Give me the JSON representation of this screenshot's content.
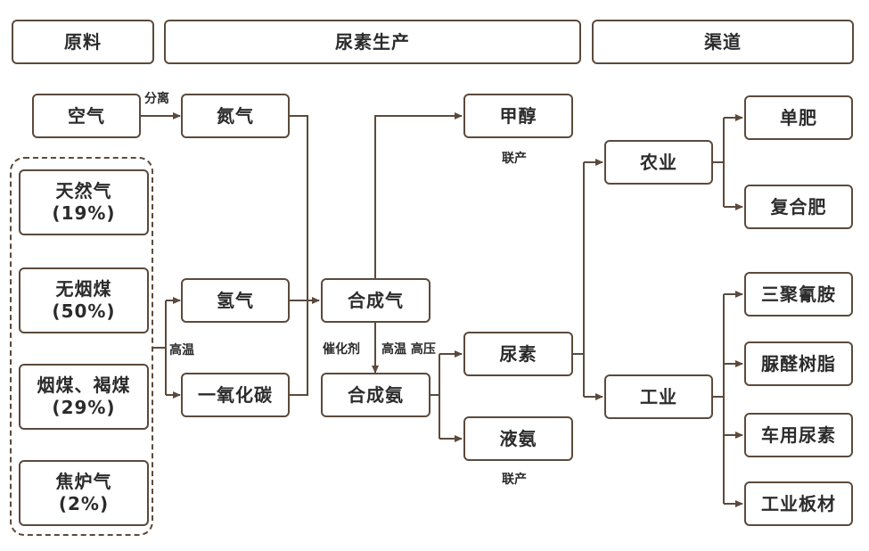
{
  "headers": {
    "raw": "原料",
    "production": "尿素生产",
    "channel": "渠道"
  },
  "raw": {
    "air": "空气",
    "natural_gas": {
      "name": "天然气",
      "pct": "(19%)"
    },
    "anthracite": {
      "name": "无烟煤",
      "pct": "(50%)"
    },
    "bituminous_lignite": {
      "name": "烟煤、褐煤",
      "pct": "(29%)"
    },
    "coke_oven_gas": {
      "name": "焦炉气",
      "pct": "(2%)"
    }
  },
  "mid": {
    "nitrogen": "氮气",
    "hydrogen": "氢气",
    "co": "一氧化碳",
    "syngas": "合成气",
    "ammonia_synth": "合成氨",
    "methanol": "甲醇",
    "urea": "尿素",
    "liquid_ammonia": "液氨"
  },
  "channels": {
    "agriculture": "农业",
    "industry": "工业",
    "single_fert": "单肥",
    "compound_fert": "复合肥",
    "melamine": "三聚氰胺",
    "urea_resin": "脲醛树脂",
    "vehicle_urea": "车用尿素",
    "industrial_board": "工业板材"
  },
  "labels": {
    "separation": "分离",
    "high_temp": "高温",
    "coproduct_1": "联产",
    "coproduct_2": "联产",
    "catalyst": "催化剂",
    "high_temp_pressure": "高温 高压"
  }
}
